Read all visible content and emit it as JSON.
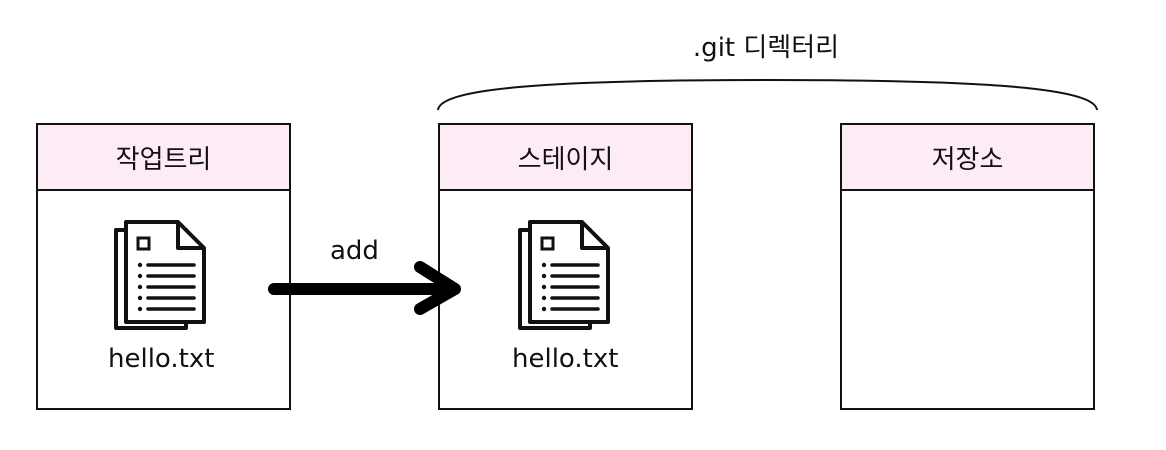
{
  "areas": {
    "working_tree": {
      "title": "작업트리",
      "file": "hello.txt"
    },
    "staging": {
      "title": "스테이지",
      "file": "hello.txt"
    },
    "repository": {
      "title": "저장소"
    }
  },
  "arrow": {
    "label": "add"
  },
  "git_directory": {
    "label": ".git 디렉터리"
  },
  "colors": {
    "header_bg": "#fdebf5",
    "stroke": "#111111"
  },
  "icons": {
    "file": "document-icon",
    "arrow": "arrow-right-icon"
  }
}
